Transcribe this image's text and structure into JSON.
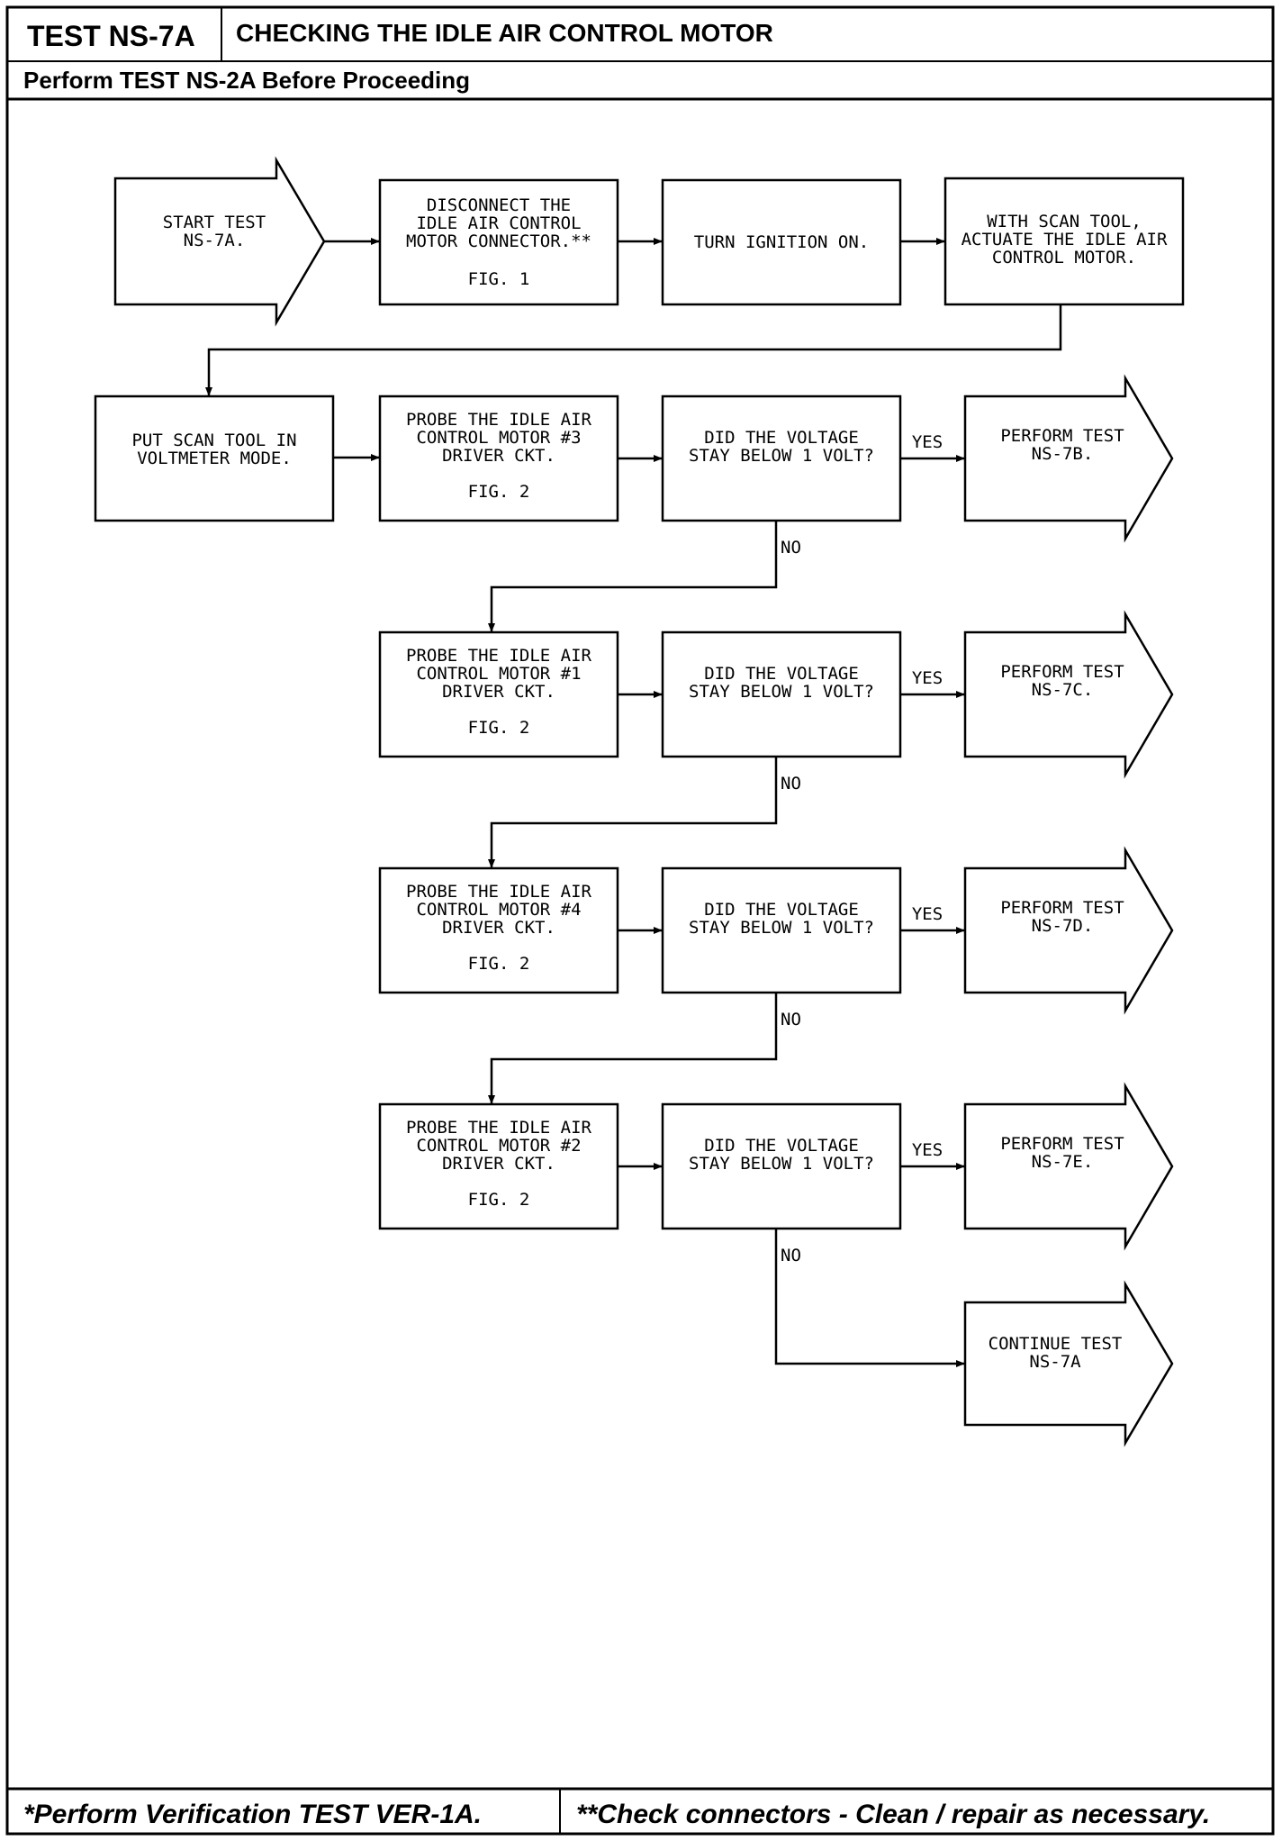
{
  "header": {
    "test_id": "TEST NS-7A",
    "title": "CHECKING THE IDLE AIR CONTROL MOTOR",
    "prerequisite": "Perform TEST NS-2A Before Proceeding"
  },
  "footer": {
    "left_note": "*Perform Verification TEST VER-1A.",
    "right_note": "**Check connectors - Clean / repair as necessary."
  },
  "flow": {
    "start": [
      "START TEST",
      "NS-7A."
    ],
    "disconnect": [
      "DISCONNECT THE",
      "IDLE AIR CONTROL",
      "MOTOR CONNECTOR.**"
    ],
    "disconnect_fig": "FIG. 1",
    "ignition": [
      "TURN IGNITION ON."
    ],
    "actuate": [
      "WITH SCAN TOOL,",
      "ACTUATE THE IDLE AIR",
      "CONTROL MOTOR."
    ],
    "voltmeter": [
      "PUT SCAN TOOL IN",
      "VOLTMETER MODE."
    ],
    "rows": [
      {
        "probe": [
          "PROBE THE IDLE AIR",
          "CONTROL MOTOR #3",
          "DRIVER CKT."
        ],
        "fig": "FIG. 2",
        "question": [
          "DID THE VOLTAGE",
          "STAY BELOW 1 VOLT?"
        ],
        "yes": "YES",
        "no": "NO",
        "result": [
          "PERFORM TEST",
          "NS-7B."
        ]
      },
      {
        "probe": [
          "PROBE THE IDLE AIR",
          "CONTROL MOTOR #1",
          "DRIVER CKT."
        ],
        "fig": "FIG. 2",
        "question": [
          "DID THE VOLTAGE",
          "STAY BELOW 1 VOLT?"
        ],
        "yes": "YES",
        "no": "NO",
        "result": [
          "PERFORM TEST",
          "NS-7C."
        ]
      },
      {
        "probe": [
          "PROBE THE IDLE AIR",
          "CONTROL MOTOR #4",
          "DRIVER CKT."
        ],
        "fig": "FIG. 2",
        "question": [
          "DID THE VOLTAGE",
          "STAY BELOW 1 VOLT?"
        ],
        "yes": "YES",
        "no": "NO",
        "result": [
          "PERFORM TEST",
          "NS-7D."
        ]
      },
      {
        "probe": [
          "PROBE THE IDLE AIR",
          "CONTROL MOTOR #2",
          "DRIVER CKT."
        ],
        "fig": "FIG. 2",
        "question": [
          "DID THE VOLTAGE",
          "STAY BELOW 1 VOLT?"
        ],
        "yes": "YES",
        "no": "NO",
        "result": [
          "PERFORM TEST",
          "NS-7E."
        ]
      }
    ],
    "continue": [
      "CONTINUE TEST",
      "NS-7A"
    ]
  }
}
